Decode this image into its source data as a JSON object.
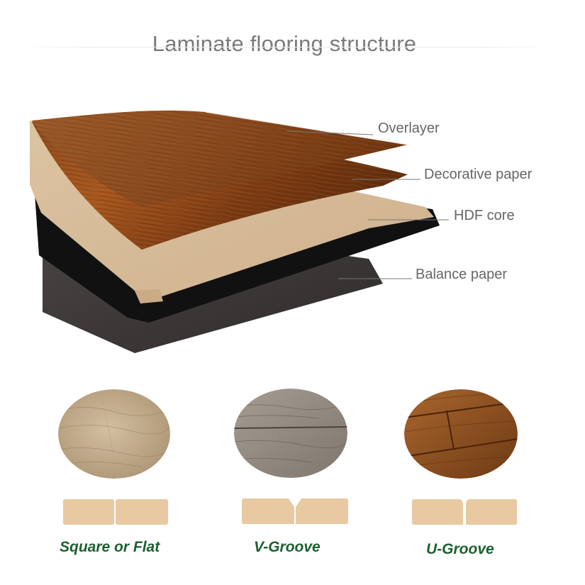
{
  "title": "Laminate flooring structure",
  "layers": [
    {
      "id": "overlayer",
      "label": "Overlayer"
    },
    {
      "id": "decorative",
      "label": "Decorative paper"
    },
    {
      "id": "hdf",
      "label": "HDF core"
    },
    {
      "id": "balance",
      "label": "Balance paper"
    }
  ],
  "edge_types": [
    {
      "label": "Square or Flat",
      "profile": "flat"
    },
    {
      "label": "V-Groove",
      "profile": "v-groove"
    },
    {
      "label": "U-Groove",
      "profile": "u-groove"
    }
  ],
  "colors": {
    "title": "#7a7a7a",
    "labels": "#666666",
    "edge_type_labels": "#1c6030",
    "wood_dark": "#7a3d14",
    "wood_light": "#b5652a",
    "hdf_core": "#d8bc98",
    "balance_paper": "#3e3b3a",
    "profile_fill": "#e8c9a2"
  }
}
